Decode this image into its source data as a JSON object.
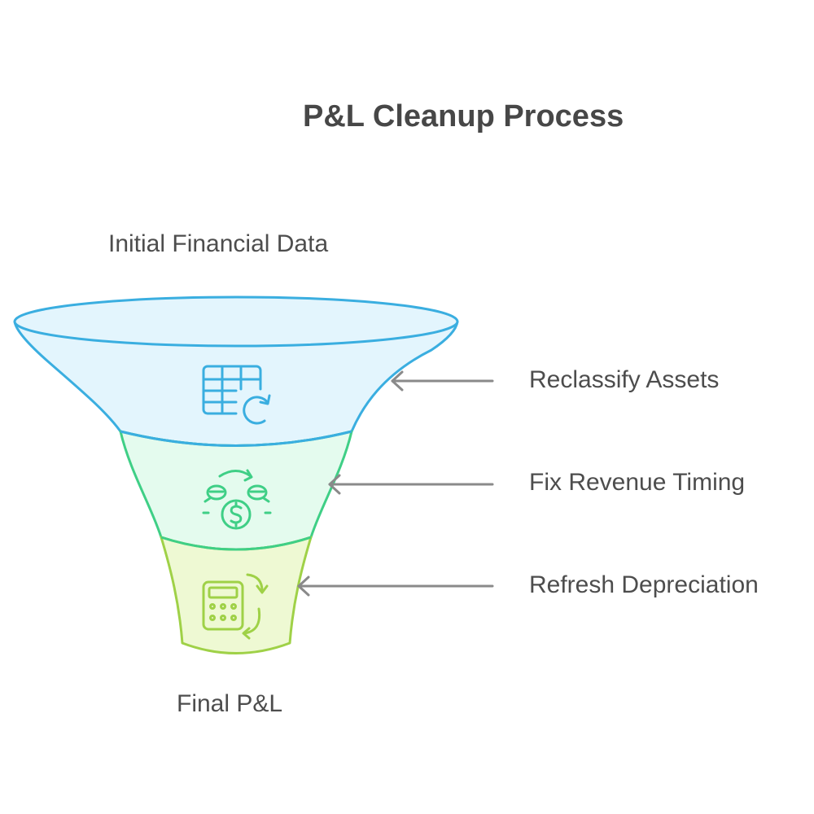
{
  "title": "P&L Cleanup Process",
  "top_label": "Initial Financial Data",
  "bottom_label": "Final P&L",
  "stages": [
    {
      "label": "Reclassify Assets",
      "icon": "spreadsheet-refresh-icon",
      "fill": "#e3f5fd",
      "stroke": "#3aaee0"
    },
    {
      "label": "Fix Revenue Timing",
      "icon": "money-cycle-icon",
      "fill": "#e4fbee",
      "stroke": "#3fcf86"
    },
    {
      "label": "Refresh Depreciation",
      "icon": "calculator-refresh-icon",
      "fill": "#eef9d3",
      "stroke": "#9fd147"
    }
  ],
  "arrow_color": "#8a8a8a"
}
